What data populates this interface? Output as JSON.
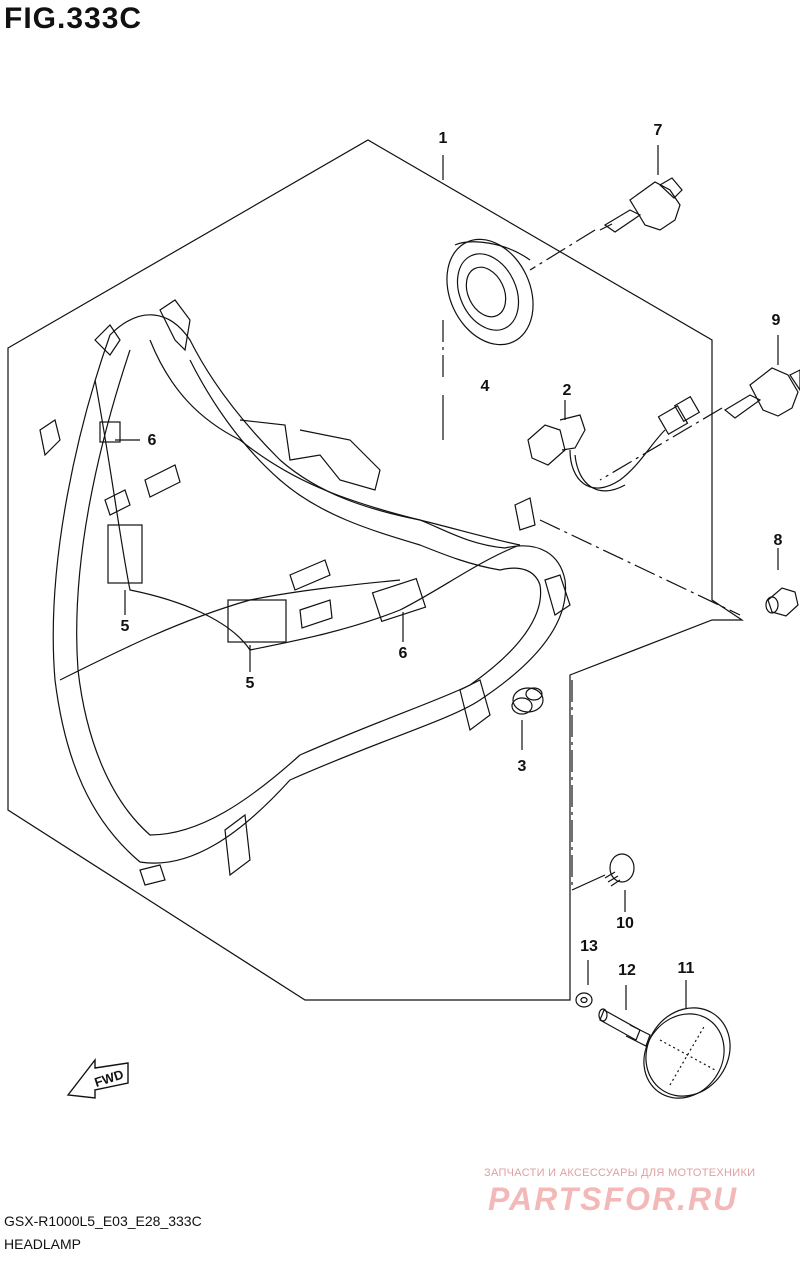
{
  "figure": {
    "title": "FIG.333C",
    "model_code": "GSX-R1000L5_E03_E28_333C",
    "name": "HEADLAMP"
  },
  "callouts": [
    "1",
    "2",
    "3",
    "4",
    "5",
    "5",
    "6",
    "6",
    "7",
    "8",
    "9",
    "10",
    "11",
    "12",
    "13"
  ],
  "direction_label": "FWD",
  "watermark": {
    "tagline": "ЗАПЧАСТИ И АКСЕССУАРЫ ДЛЯ МОТОТЕХНИКИ",
    "brand": "PARTSFOR.RU",
    "color": "#f3b8b8"
  },
  "colors": {
    "line": "#111111",
    "background": "#ffffff"
  }
}
